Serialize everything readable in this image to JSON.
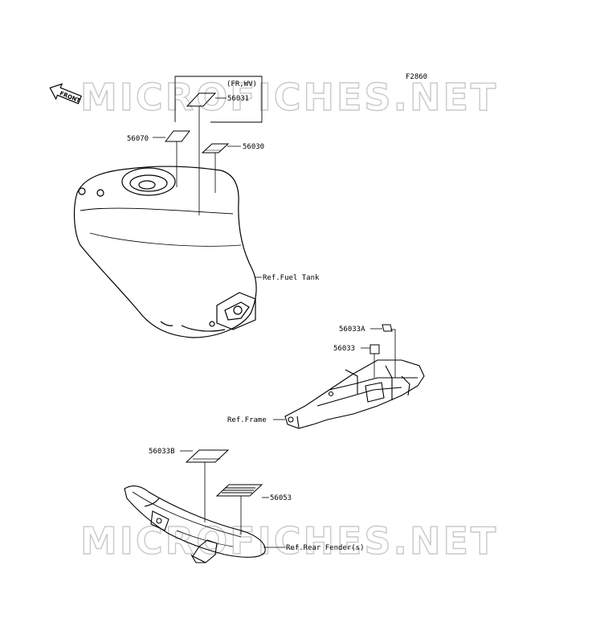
{
  "diagram_code": "F2860",
  "front_indicator": "FRONT",
  "watermark": "MICROFICHES.NET",
  "callouts": {
    "p56031_note": "(FR,WV)",
    "p56031": "56031",
    "p56070": "56070",
    "p56030": "56030",
    "ref_fuel_tank": "Ref.Fuel Tank",
    "p56033a": "56033A",
    "p56033": "56033",
    "ref_frame": "Ref.Frame",
    "p56033b": "56033B",
    "p56053": "56053",
    "ref_rear_fender": "Ref.Rear Fender(s)"
  },
  "colors": {
    "line": "#000000",
    "watermark": "#c9c9c9",
    "background": "#ffffff"
  }
}
